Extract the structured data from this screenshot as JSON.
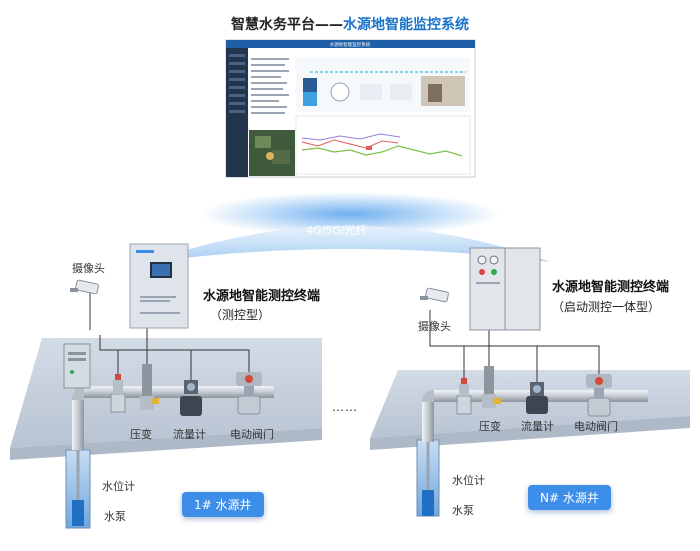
{
  "header": {
    "title_prefix": "智慧水务平台——",
    "title_highlight": "水源地智能监控系统"
  },
  "screen": {
    "panel_title": "水源地智能监控系统"
  },
  "network": {
    "label": "4G/5G/光纤"
  },
  "site1": {
    "camera_label": "摄像头",
    "terminal_title": "水源地智能测控终端",
    "terminal_subtitle": "（测控型）",
    "pressure_label": "压变",
    "flowmeter_label": "流量计",
    "valve_label": "电动阀门",
    "level_label": "水位计",
    "pump_label": "水泵",
    "well_badge": "1# 水源井"
  },
  "site2": {
    "camera_label": "摄像头",
    "terminal_title": "水源地智能测控终端",
    "terminal_subtitle": "（启动测控一体型）",
    "pressure_label": "压变",
    "flowmeter_label": "流量计",
    "valve_label": "电动阀门",
    "level_label": "水位计",
    "pump_label": "水泵",
    "well_badge": "N# 水源井"
  },
  "ellipsis": "……",
  "colors": {
    "accent": "#1a73c9",
    "badge": "#3d8ee8",
    "platform": "#c5cfdc"
  }
}
